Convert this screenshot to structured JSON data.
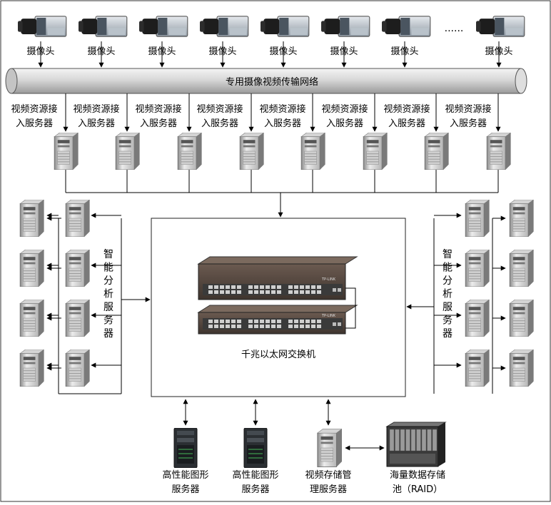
{
  "cameras": {
    "label": "摄像头",
    "ellipsis": "......"
  },
  "network": {
    "label": "专用摄像视频传输网络"
  },
  "access_servers": {
    "label_line1": "视频资源接",
    "label_line2": "入服务器"
  },
  "analysis_servers": {
    "chars": [
      "智",
      "能",
      "分",
      "析",
      "服",
      "务",
      "器"
    ]
  },
  "switch": {
    "label": "千兆以太网交换机",
    "brand": "TP-LINK"
  },
  "bottom": {
    "graphics_line1": "高性能图形",
    "graphics_line2": "服务器",
    "storage_mgmt_line1": "视频存储管",
    "storage_mgmt_line2": "理服务器",
    "raid_line1": "海量数据存储",
    "raid_line2": "池（RAID）"
  }
}
